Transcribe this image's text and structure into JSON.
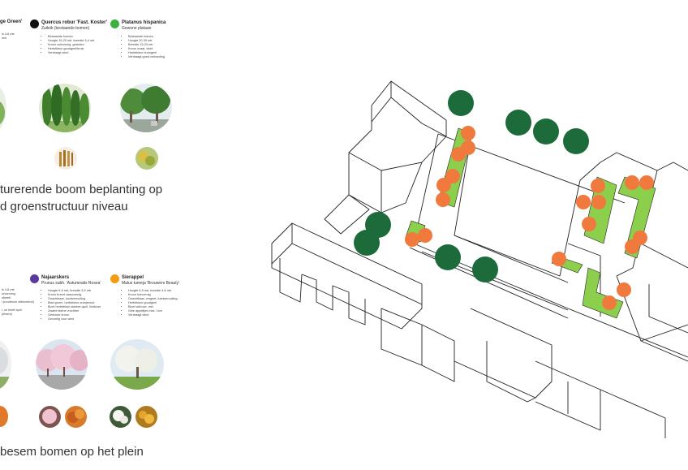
{
  "species_top": [
    {
      "name": "ge Green'",
      "sub": "",
      "color": "#111111",
      "bullets": [
        "ls 4-6 mtr",
        "mm",
        "",
        "",
        "",
        ""
      ]
    },
    {
      "name": "Quercus robur 'Fast. Koster'",
      "sub": "Zuileik (bestaande bomen)",
      "color": "#111111",
      "bullets": [
        "Bestaande bomen",
        "Hoogte 15-20 mtr, breedte 3-4 mtr",
        "Kroon zuilvormig, gesloten",
        "Herfstkleur goudgeel/bruin",
        "Verdraagt wind"
      ]
    },
    {
      "name": "Platanus hispanica",
      "sub": "Gewone plataan",
      "color": "#3cb043",
      "bullets": [
        "Bestaande bomen",
        "Hoogte 20-30 mtr",
        "Breedte 15-20 mtr",
        "Kroon ovaal, dicht",
        "Herfstkleur bruingeel",
        "Verdraagt goed verharding"
      ]
    }
  ],
  "caption_top": [
    "turerende boom beplanting op",
    "d groenstructuur niveau"
  ],
  "species_bottom": [
    {
      "name": "",
      "sub": "",
      "color": "#111111",
      "bullets": [
        "ls 4-6 mtr",
        "urvorming",
        "ntineel",
        "l (roodbruin uitbloeiend)",
        "",
        "l, ze heeft april",
        "(elders)"
      ]
    },
    {
      "name": "Najaarskers",
      "sub": "Prunus subh. 'Autumnalis Rosea'",
      "color": "#5b3a9e",
      "bullets": [
        "Hoogte 6-8 mtr, breedte 3-5 mtr",
        "Kroon breed vaasvormig",
        "Onachtbaar, luchtvervuiling",
        "Blad groen, herfstkleur oranjerood",
        "Bloei herfstbloei oktober-april, lichtroze",
        "Zwarte kleine vruchten",
        "Geurloze kroon",
        "Gevoelig voor wind"
      ]
    },
    {
      "name": "Sierappel",
      "sub": "Malus tumeja 'Brouwers Beauty'",
      "color": "#f39c12",
      "bullets": [
        "Hoogte 6-8 mtr, breedte 4-6 mtr",
        "Kroon bolvormig",
        "Onachtbaar, vergeet, luchtvervuiling",
        "Herfstkleur goudgeel",
        "Bloei wit/roze, mei",
        "Gele appeltjes max. 1cm",
        "Verdraagt wind"
      ]
    }
  ],
  "caption_bottom": [
    "besem bomen op het plein"
  ],
  "colors": {
    "dark_tree": "#1d6b3a",
    "orange_tree": "#f07a3e",
    "planter": "#8ccf4d",
    "outline": "#222222"
  }
}
